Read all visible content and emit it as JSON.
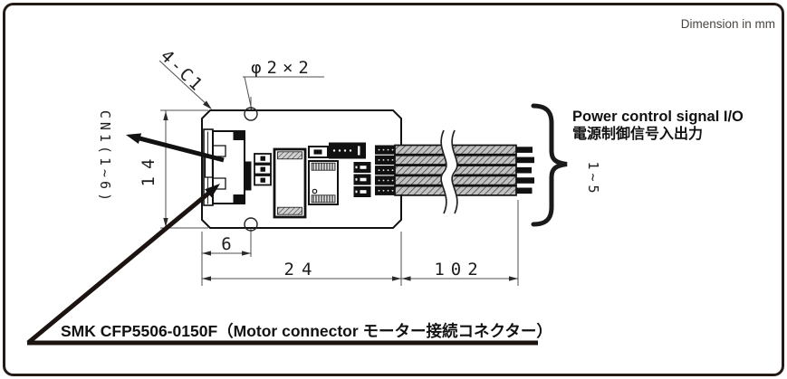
{
  "note": "Dimension in mm",
  "drawing": {
    "chamfer_label": "4-C1",
    "hole_label": "φ2×2",
    "connector_label": "CN1(1~6)",
    "dim_height": "14",
    "dim_hole_offset": "6",
    "dim_board_width": "24",
    "dim_wire_length": "102",
    "wire_range": "1~5",
    "callout_en": "Power control signal I/O",
    "callout_ja": "電源制御信号入出力",
    "connector_note": "SMK CFP5506-0150F（Motor connector モーター接続コネクター）"
  },
  "colors": {
    "line": "#1a1a1a",
    "thin_line": "#4f4f4f",
    "wire_fill": "#c2c2c2",
    "frame": "#241b17",
    "note_text": "#4a4440"
  }
}
